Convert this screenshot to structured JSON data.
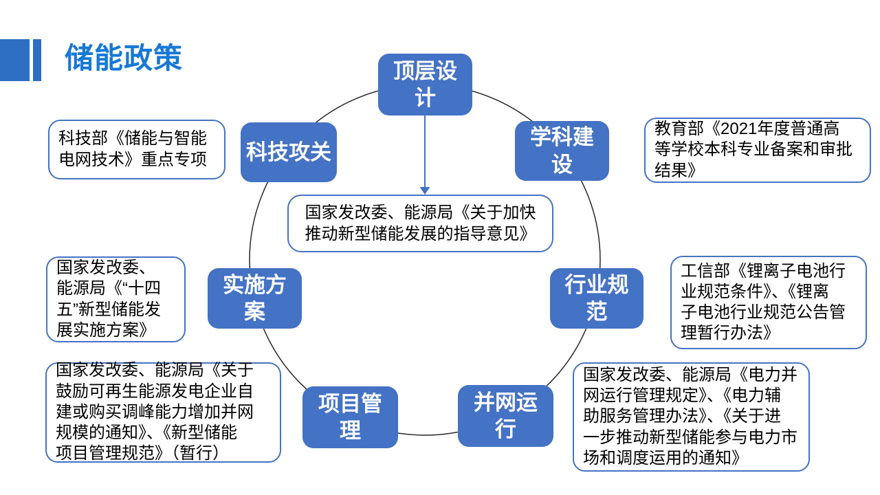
{
  "title": {
    "text": "储能政策"
  },
  "colors": {
    "node_fill": "#4472c4",
    "callout_border": "#4472c4",
    "title_text": "#1778d6",
    "accent_bar": "#2e6fc4",
    "circle_stroke": "#262626",
    "arrow": "#4472c4"
  },
  "center_box": {
    "text": "国家发改委、能源局《关于加快\n推动新型储能发展的指导意见》"
  },
  "nodes": [
    {
      "label": "顶层设\n计"
    },
    {
      "label": "学科建\n设"
    },
    {
      "label": "行业规\n范"
    },
    {
      "label": "并网运\n行"
    },
    {
      "label": "项目管\n理"
    },
    {
      "label": "实施方\n案"
    },
    {
      "label": "科技攻关"
    }
  ],
  "callouts": [
    {
      "text": "科技部《储能与智能\n电网技术》重点专项"
    },
    {
      "text": "教育部《2021年度普通高\n等学校本科专业备案和审批\n结果》"
    },
    {
      "text": "国家发改委、\n能源局《“十四\n五”新型储能发\n展实施方案》"
    },
    {
      "text": "工信部《锂离子电池行\n业规范条件》、《锂离\n子电池行业规范公告管\n理暂行办法》"
    },
    {
      "text": "国家发改委、能源局《关于\n鼓励可再生能源发电企业自\n建或购买调峰能力增加并网\n规模的通知》、《新型储能\n项目管理规范》（暂行）"
    },
    {
      "text": "国家发改委、能源局《电力并\n网运行管理规定》、《电力辅\n助服务管理办法》、《关于进\n一步推动新型储能参与电力市\n场和调度运用的通知》"
    }
  ]
}
